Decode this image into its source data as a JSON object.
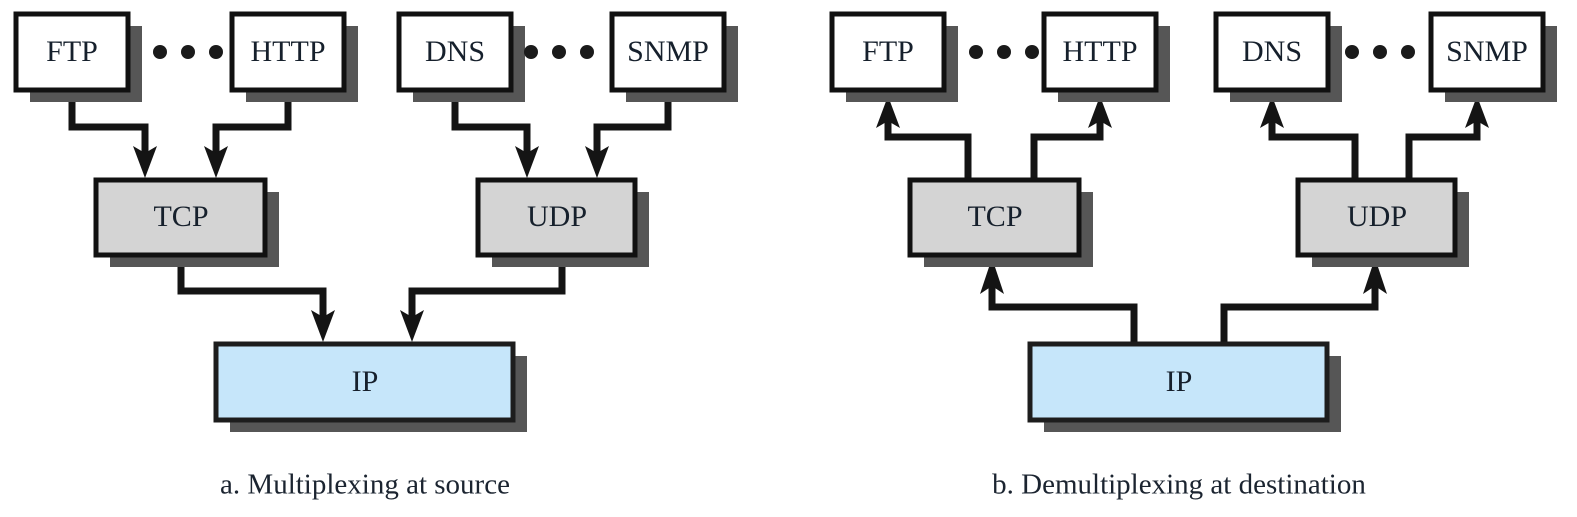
{
  "figure": {
    "type": "network-protocol-diagram",
    "background_color": "#ffffff",
    "panels": [
      {
        "id": "panel-a",
        "caption": "a. Multiplexing at source",
        "direction": "downward",
        "application_boxes": [
          "FTP",
          "HTTP",
          "DNS",
          "SNMP"
        ],
        "transport_boxes": [
          "TCP",
          "UDP"
        ],
        "network_box": "IP",
        "ellipsis_groups": 2,
        "ellipsis_dots_per_group": 3
      },
      {
        "id": "panel-b",
        "caption": "b. Demultiplexing at destination",
        "direction": "upward",
        "application_boxes": [
          "FTP",
          "HTTP",
          "DNS",
          "SNMP"
        ],
        "transport_boxes": [
          "TCP",
          "UDP"
        ],
        "network_box": "IP",
        "ellipsis_groups": 2,
        "ellipsis_dots_per_group": 3
      }
    ]
  },
  "labels": {
    "ftp": "FTP",
    "http": "HTTP",
    "dns": "DNS",
    "snmp": "SNMP",
    "tcp": "TCP",
    "udp": "UDP",
    "ip": "IP"
  },
  "captions": {
    "left": "a. Multiplexing at source",
    "right": "b. Demultiplexing at destination"
  },
  "colors": {
    "application_fill": "#ffffff",
    "transport_fill": "#d4d4d4",
    "network_fill": "#c6e6fa",
    "outline": "#111111",
    "shadow": "#565656",
    "connector": "#141414",
    "text": "#16202c"
  }
}
